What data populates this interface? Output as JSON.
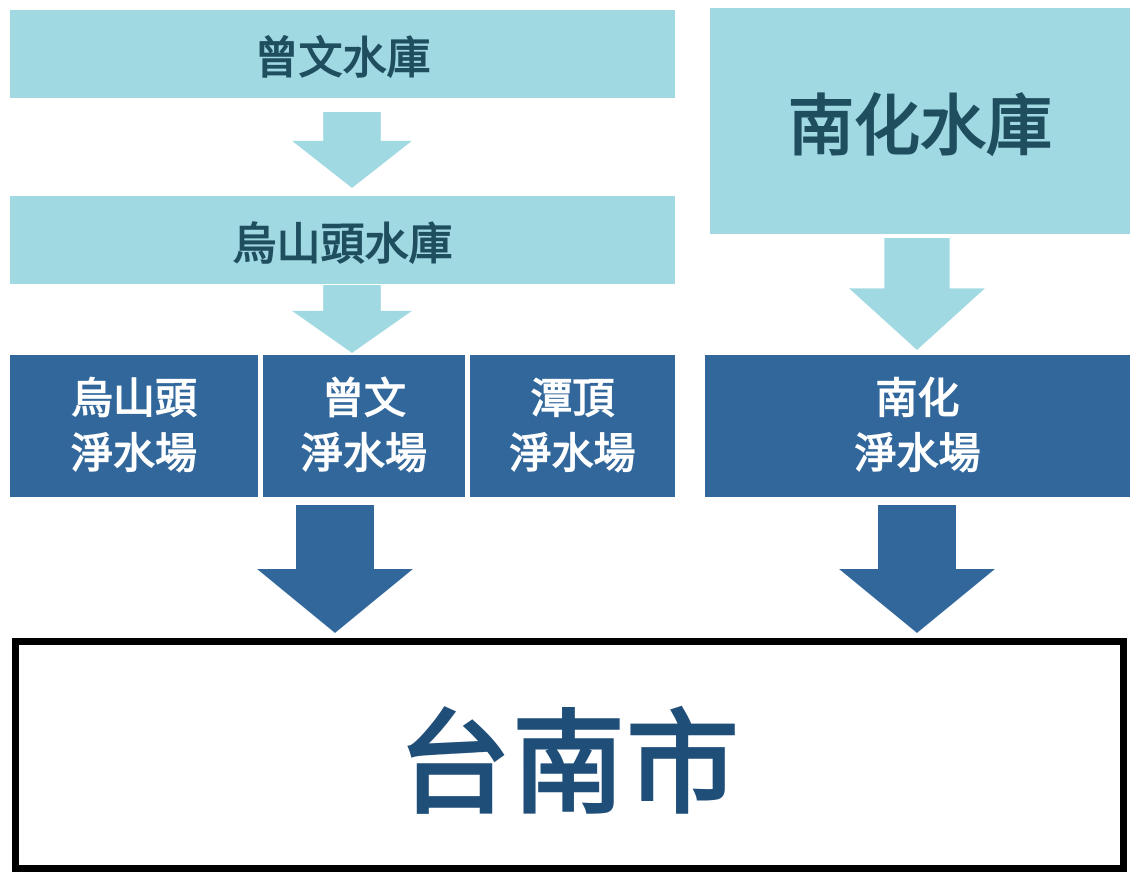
{
  "colors": {
    "light_blue": "#A0D9E2",
    "dark_blue": "#31679B",
    "light_box_text": "#1F4E5F",
    "city_text": "#1F4E79",
    "city_border": "#000000"
  },
  "nodes": {
    "zengwen_reservoir": "曾文水庫",
    "wushantou_reservoir": "烏山頭水庫",
    "wushantou_plant": {
      "line1": "烏山頭",
      "line2": "淨水場"
    },
    "zengwen_plant": {
      "line1": "曾文",
      "line2": "淨水場"
    },
    "tanding_plant": {
      "line1": "潭頂",
      "line2": "淨水場"
    },
    "nanhua_reservoir": "南化水庫",
    "nanhua_plant": {
      "line1": "南化",
      "line2": "淨水場"
    },
    "city": "台南市"
  }
}
